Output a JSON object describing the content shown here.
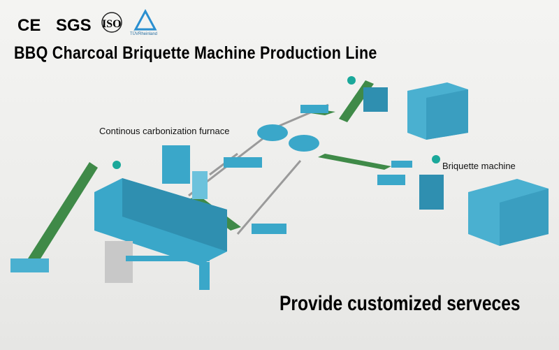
{
  "certifications": {
    "ce": "CE",
    "sgs": "SGS",
    "iso": "ISO",
    "tuv": "TÜVRheinland"
  },
  "title": "BBQ Charcoal Briquette Machine Production  Line",
  "labels": {
    "furnace": "Continous carbonization furnace",
    "briquette": "Briquette machine"
  },
  "slogan": "Provide customized serveces",
  "colors": {
    "machine_blue": "#3aa7c9",
    "conveyor_green": "#3f8a48",
    "container_blue": "#4ab0d0",
    "pin": "#1aa89a"
  }
}
